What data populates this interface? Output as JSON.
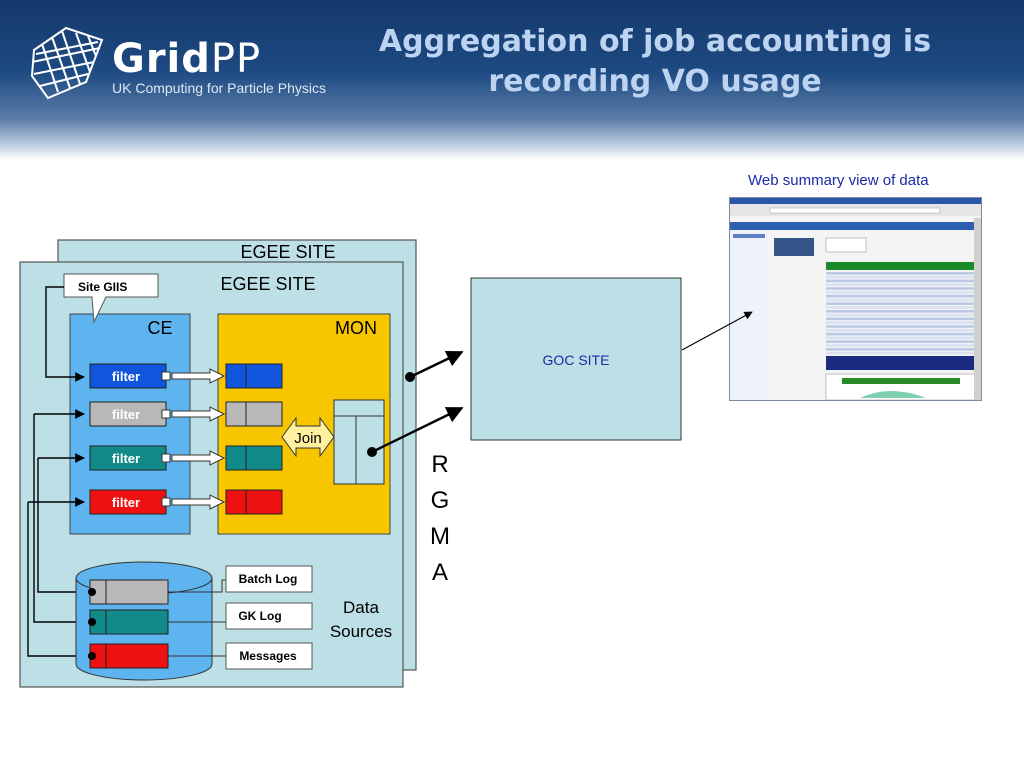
{
  "header": {
    "logo_main": "Grid",
    "logo_pp": "PP",
    "logo_sub": "UK Computing for Particle Physics",
    "title_line1": "Aggregation of job accounting is",
    "title_line2": "recording VO usage"
  },
  "web": {
    "caption": "Web summary view of data"
  },
  "diagram": {
    "egee_site_back": "EGEE SITE",
    "egee_site_front": "EGEE SITE",
    "site_giis": "Site GIIS",
    "ce": "CE",
    "mon": "MON",
    "filters": [
      "filter",
      "filter",
      "filter",
      "filter"
    ],
    "join": "Join",
    "goc_site": "GOC SITE",
    "rgma": [
      "R",
      "G",
      "M",
      "A"
    ],
    "logs": [
      "Batch Log",
      "GK Log",
      "Messages"
    ],
    "data_sources_1": "Data",
    "data_sources_2": "Sources",
    "colors": {
      "blue": "#1155dd",
      "grey": "#b8b8b8",
      "teal": "#138a8a",
      "red": "#ee1111",
      "ce_bg": "#5eb4ef",
      "mon_bg": "#f7c600",
      "site_bg": "#bde0e6"
    }
  }
}
